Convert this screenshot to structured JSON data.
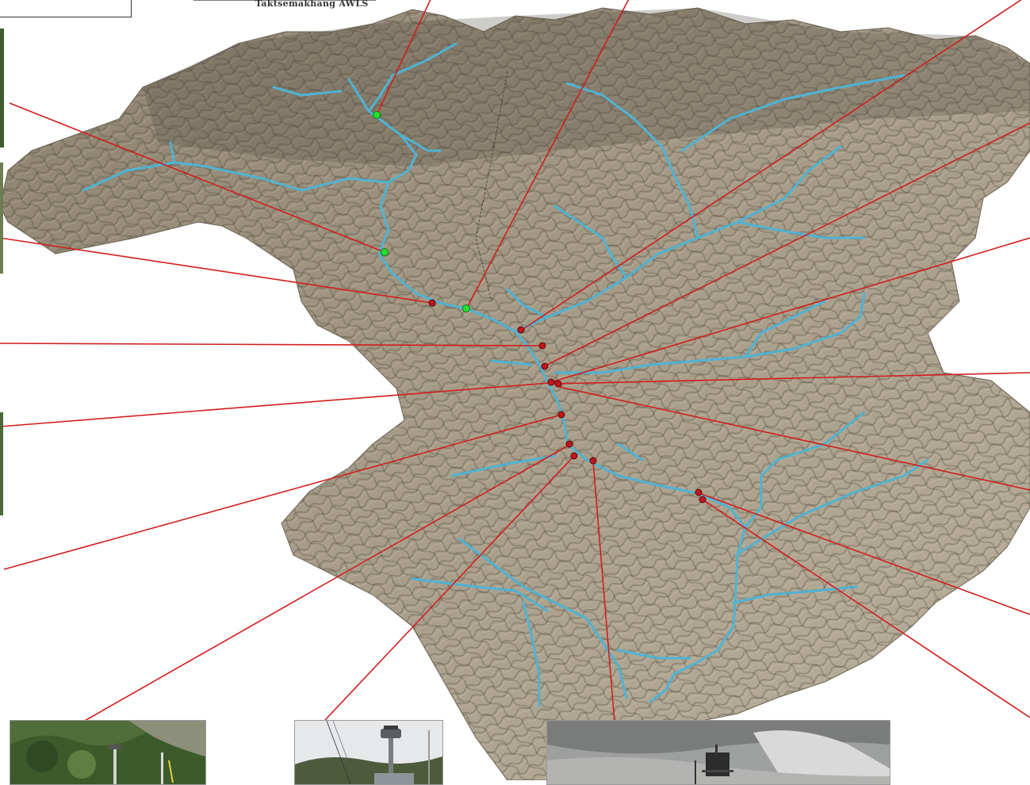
{
  "map": {
    "station_label": "Taktsemakhang AWLS",
    "colors": {
      "terrain": "#948a78",
      "terrain_dark": "#5e564a",
      "terrain_light": "#c9c1af",
      "river": "#4fb3d3",
      "leader_line": "#d21e1e",
      "station_red": "#c0161b",
      "station_green": "#22e02b",
      "background": "#ffffff"
    },
    "icons": {
      "station_marker": "station-marker-icon",
      "aws_marker": "aws-marker-icon"
    }
  },
  "photos": [
    {
      "name": "photo-siren-forest",
      "scene": "green-hillside-siren"
    },
    {
      "name": "photo-siren-valley",
      "scene": "siren-mast-valley"
    },
    {
      "name": "photo-riverbed-station",
      "scene": "grey-riverbed-station"
    }
  ]
}
